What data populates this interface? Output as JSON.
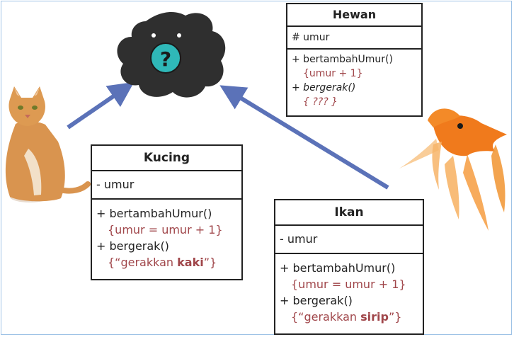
{
  "hewan": {
    "title": "Hewan",
    "attribute": "# umur",
    "op1": "+ bertambahUmur()",
    "op1_body": "{umur + 1}",
    "op2": "+ bergerak()",
    "op2_body": "{ ??? }"
  },
  "kucing": {
    "title": "Kucing",
    "attribute": "- umur",
    "op1": "+ bertambahUmur()",
    "op1_body": "{umur = umur + 1}",
    "op2": "+ bergerak()",
    "op2_open": "{“gerakkan ",
    "op2_keyword": "kaki",
    "op2_close": "”}"
  },
  "ikan": {
    "title": "Ikan",
    "attribute": "- umur",
    "op1": "+ bertambahUmur()",
    "op1_body": "{umur = umur + 1}",
    "op2": "+ bergerak()",
    "op2_open": "{“gerakkan ",
    "op2_keyword": "sirip",
    "op2_close": "”}"
  },
  "mystery": {
    "icon": "question-mark-icon",
    "glyph": "?",
    "colors": {
      "blob": "#2f2f2f",
      "badge": "#2fb8b8"
    }
  },
  "colors": {
    "arrow": "#5b72b8",
    "method_body": "#a0464a",
    "border": "#222222"
  },
  "images": {
    "cat": "cat-photo",
    "fish": "goldfish-photo"
  }
}
